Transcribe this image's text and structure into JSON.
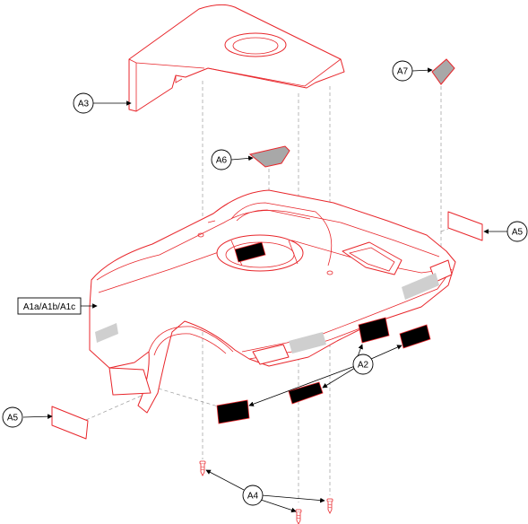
{
  "colors": {
    "part_outline": "#e8262b",
    "leader": "#000000",
    "hidden_line": "#9a9a9a",
    "decal_dark": "#000000",
    "decal_gray": "#a8a8a8"
  },
  "callouts": [
    {
      "id": "a3",
      "label": "A3",
      "shape": "circle"
    },
    {
      "id": "a7",
      "label": "A7",
      "shape": "circle"
    },
    {
      "id": "a6",
      "label": "A6",
      "shape": "circle"
    },
    {
      "id": "a5_right",
      "label": "A5",
      "shape": "circle"
    },
    {
      "id": "a1",
      "label": "A1a/A1b/A1c",
      "shape": "box"
    },
    {
      "id": "a2",
      "label": "A2",
      "shape": "circle"
    },
    {
      "id": "a5_left",
      "label": "A5",
      "shape": "circle"
    },
    {
      "id": "a4",
      "label": "A4",
      "shape": "circle"
    }
  ],
  "parts": [
    {
      "id": "rear-shroud-cover",
      "icon": "shroud-icon"
    },
    {
      "id": "reflector-a7",
      "icon": "reflector-icon"
    },
    {
      "id": "reflector-a6",
      "icon": "reflector-icon"
    },
    {
      "id": "reflector-a5",
      "icon": "reflector-icon"
    },
    {
      "id": "main-shroud",
      "icon": "shroud-icon"
    },
    {
      "id": "decal-a2",
      "icon": "decal-icon"
    },
    {
      "id": "screw-a4",
      "icon": "screw-icon"
    }
  ]
}
